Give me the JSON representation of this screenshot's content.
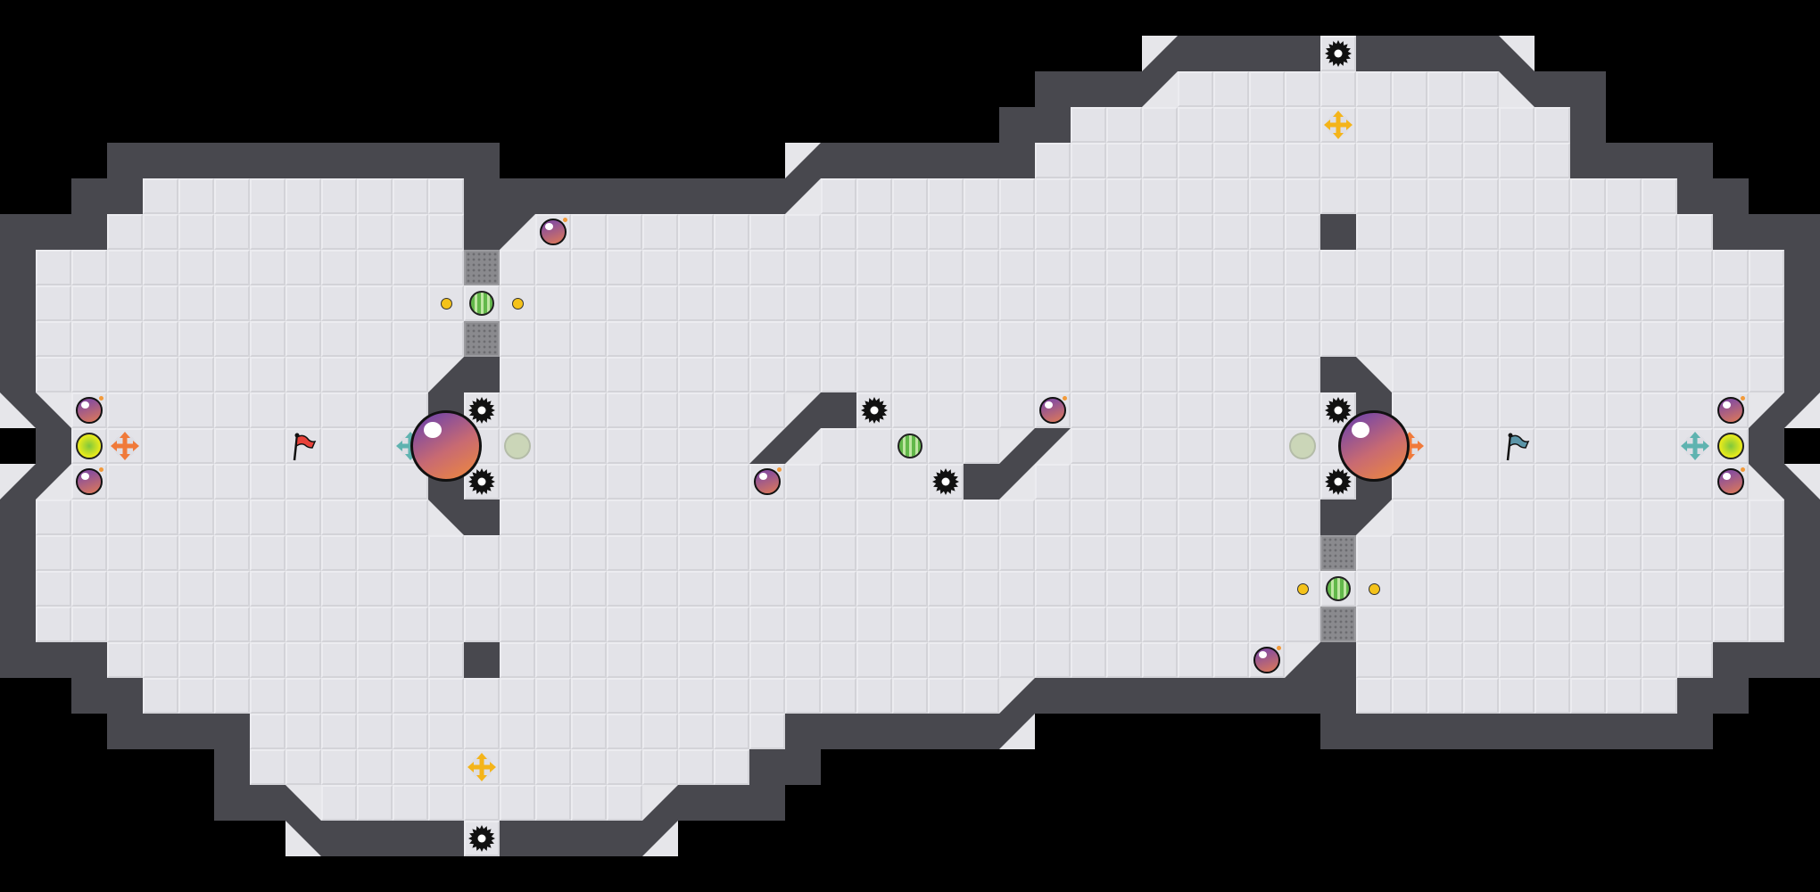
{
  "game": {
    "mode": "capture-the-flag",
    "teams": [
      {
        "name": "red",
        "flag_color": "#e8423a"
      },
      {
        "name": "blue",
        "flag_color": "#5b95a8"
      }
    ]
  },
  "palette": {
    "floor": "#e3e3e8",
    "wall": "#48484e",
    "outside": "#000000",
    "gate": "#8a8a8e",
    "portal_orange": "#f07a3a",
    "portal_teal": "#5fb3b0",
    "portal_yellow": "#f4b41a",
    "spike": "#111111"
  },
  "entity_types": [
    "spike-icon",
    "bomb-icon",
    "neutral-ball",
    "portal-icon",
    "flag-icon",
    "booster-icon",
    "powerup-dot",
    "pale-marker",
    "player-ball",
    "gate"
  ]
}
